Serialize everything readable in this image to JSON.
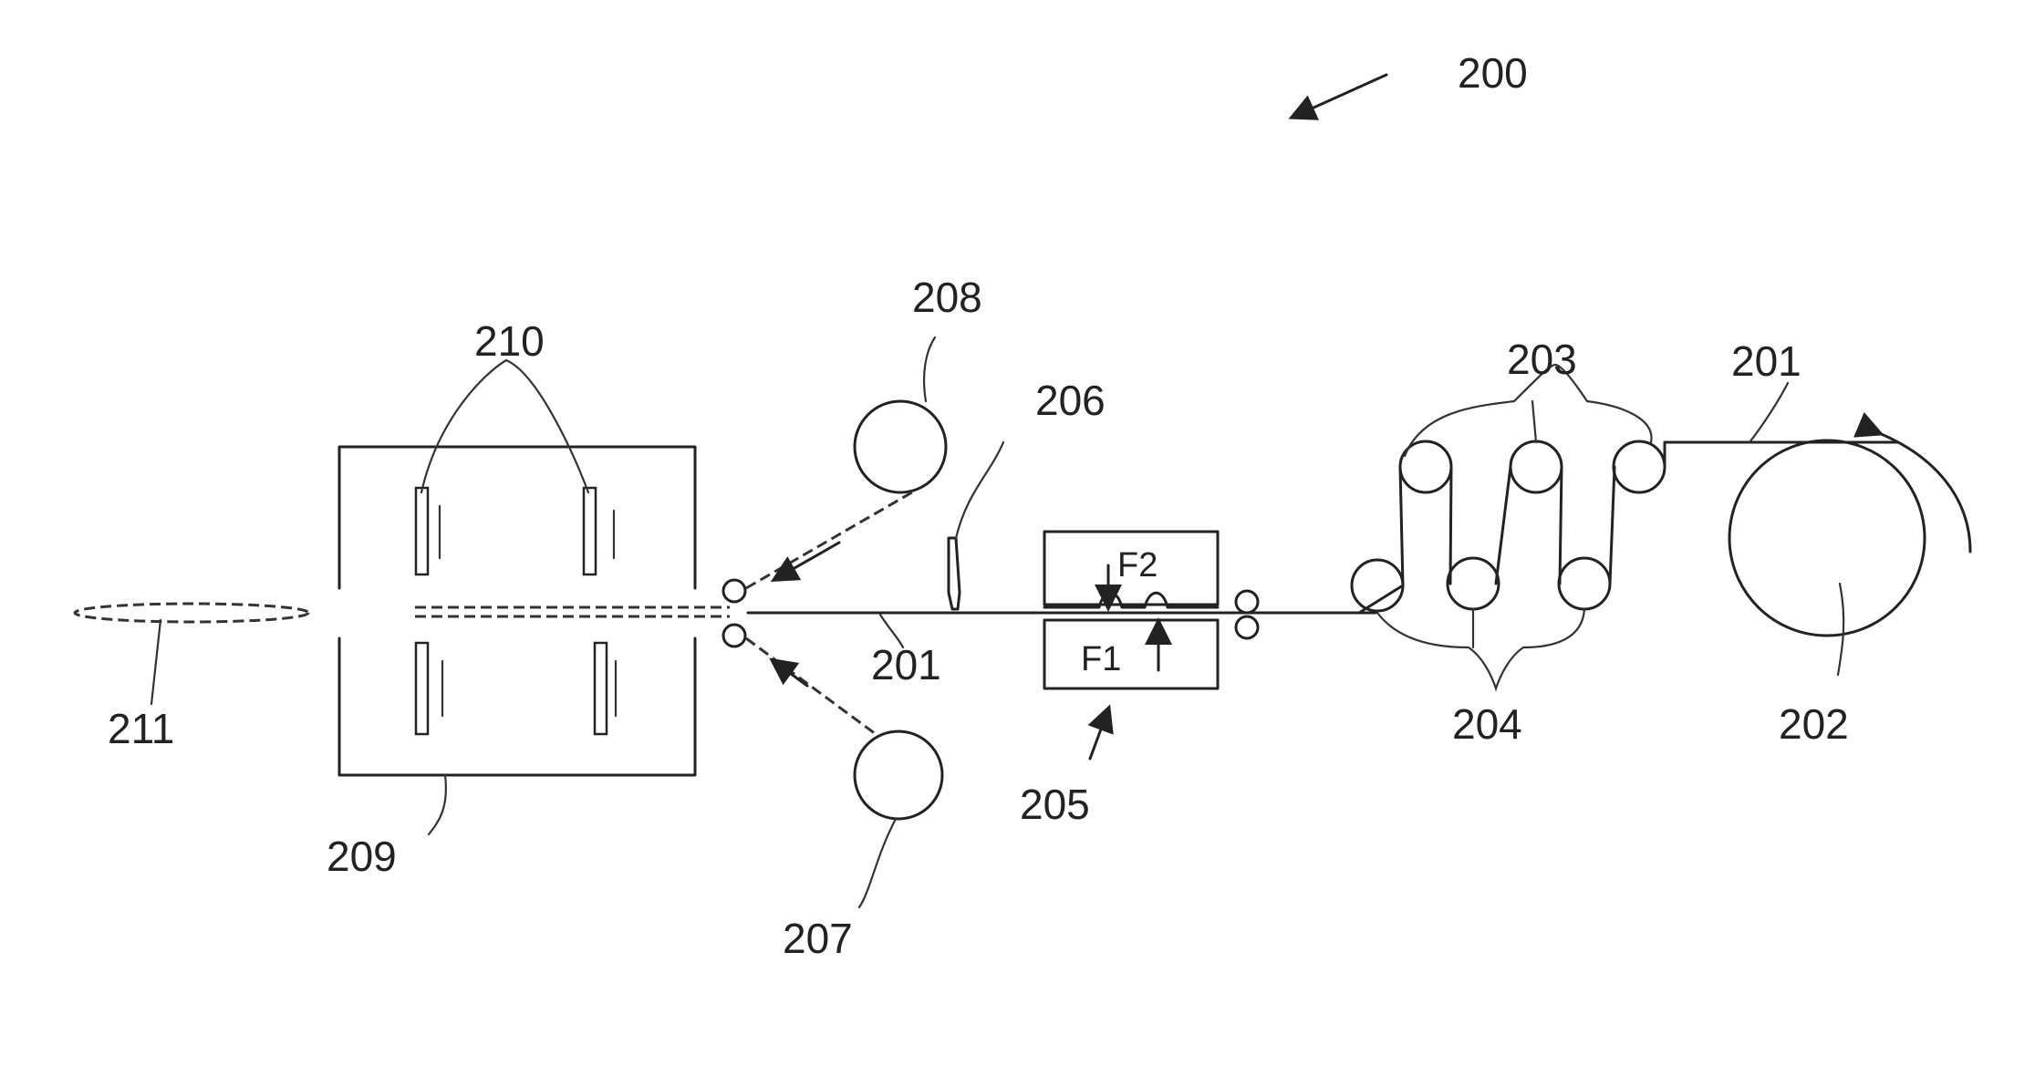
{
  "labels": {
    "l200": "200",
    "l201a": "201",
    "l201b": "201",
    "l202": "202",
    "l203": "203",
    "l204": "204",
    "l205": "205",
    "l206": "206",
    "l207": "207",
    "l208": "208",
    "l209": "209",
    "l210": "210",
    "l211": "211"
  },
  "forces": {
    "f1": "F1",
    "f2": "F2"
  }
}
